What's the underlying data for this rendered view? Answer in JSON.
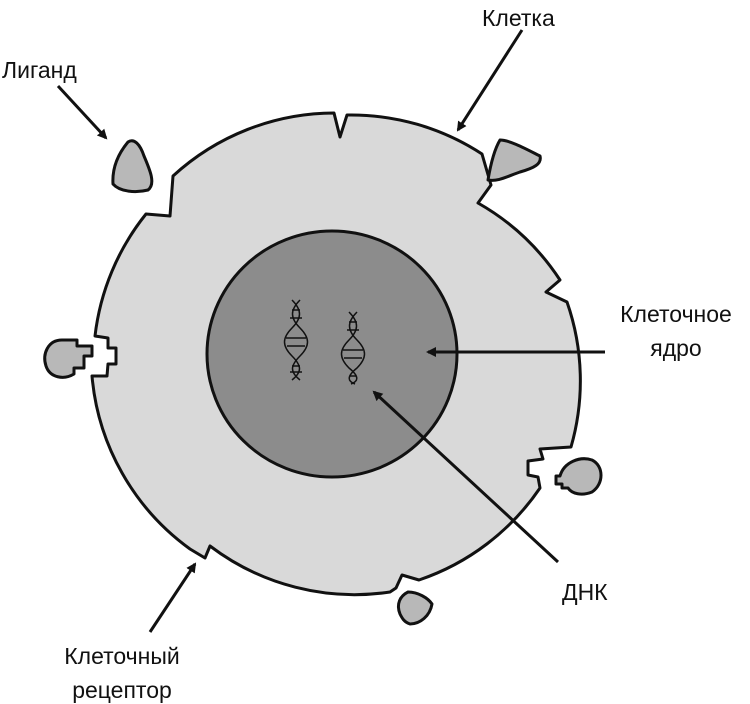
{
  "labels": {
    "cell": "Клетка",
    "ligand": "Лиганд",
    "nucleus_line1": "Клеточное",
    "nucleus_line2": "ядро",
    "dna": "ДНК",
    "receptor_line1": "Клеточный",
    "receptor_line2": "рецептор"
  },
  "colors": {
    "background": "#ffffff",
    "cytoplasm": "#d9d9d9",
    "nucleus": "#8c8c8c",
    "outline": "#111111"
  }
}
